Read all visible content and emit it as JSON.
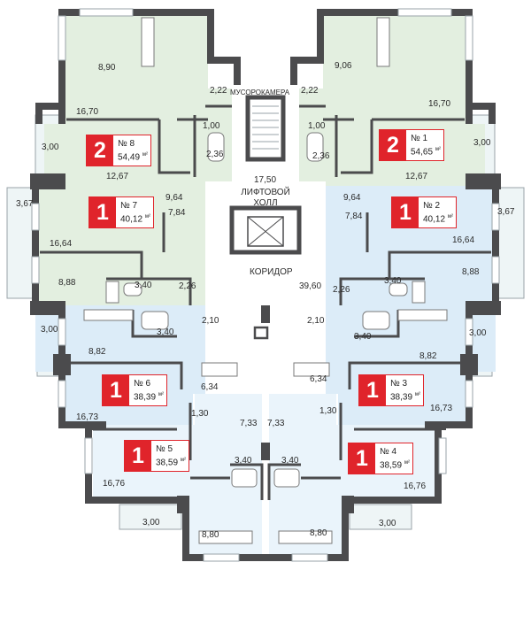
{
  "colors": {
    "green": "#e3efe0",
    "blue": "#dcecf8",
    "light_blue": "#eaf4fb",
    "wall": "#4b4b4d",
    "accent": "#e0242b",
    "common": "#ffffff"
  },
  "labels": {
    "garbage": "МУСОРОКАМЕРА",
    "lift_hall": "ЛИФТОВОЙ ХОЛЛ",
    "hall_area": "17,50",
    "corridor": "КОРИДОР",
    "corridor_area": "39,60"
  },
  "apartments": [
    {
      "id": "1",
      "rooms": "2",
      "number": "№ 1",
      "area": "54,65",
      "unit": "м²"
    },
    {
      "id": "2",
      "rooms": "1",
      "number": "№ 2",
      "area": "40,12",
      "unit": "м²"
    },
    {
      "id": "3",
      "rooms": "1",
      "number": "№ 3",
      "area": "38,39",
      "unit": "м²"
    },
    {
      "id": "4",
      "rooms": "1",
      "number": "№ 4",
      "area": "38,59",
      "unit": "м²"
    },
    {
      "id": "5",
      "rooms": "1",
      "number": "№ 5",
      "area": "38,59",
      "unit": "м²"
    },
    {
      "id": "6",
      "rooms": "1",
      "number": "№ 6",
      "area": "38,39",
      "unit": "м²"
    },
    {
      "id": "7",
      "rooms": "1",
      "number": "№ 7",
      "area": "40,12",
      "unit": "м²"
    },
    {
      "id": "8",
      "rooms": "2",
      "number": "№ 8",
      "area": "54,49",
      "unit": "м²"
    }
  ],
  "room_areas": {
    "a8_kitchen": "8,90",
    "a8_hall": "2,22",
    "a8_room": "16,70",
    "a8_wc": "1,00",
    "a8_bath": "2,36",
    "a8_balcony": "3,00",
    "a8_bed": "12,67",
    "a8_corr": "9,64",
    "a1_kitchen": "9,06",
    "a1_hall": "2,22",
    "a1_room": "16,70",
    "a1_wc": "1,00",
    "a1_bath": "2,36",
    "a1_balcony": "3,00",
    "a1_bed": "12,67",
    "a1_corr": "9,64",
    "a7_balcony": "3,67",
    "a7_hall": "7,84",
    "a7_room": "16,64",
    "a7_kitchen": "8,88",
    "a7_bath": "3,40",
    "a7_corr": "2,26",
    "a2_balcony": "3,67",
    "a2_hall": "7,84",
    "a2_room": "16,64",
    "a2_kitchen": "8,88",
    "a2_bath": "3,40",
    "a2_corr": "2,26",
    "a6_balcony": "3,00",
    "a6_corr": "2,10",
    "a6_bath": "3,40",
    "a6_kitchen": "8,82",
    "a6_hall": "6,34",
    "a6_room": "16,73",
    "a3_balcony": "3,00",
    "a3_corr": "2,10",
    "a3_bath": "3,40",
    "a3_kitchen": "8,82",
    "a3_hall": "6,34",
    "a3_room": "16,73",
    "a5_corr": "1,30",
    "a5_hall": "7,33",
    "a5_bath": "3,40",
    "a5_room": "16,76",
    "a5_balcony": "3,00",
    "a5_kitchen": "8,80",
    "a4_corr": "1,30",
    "a4_hall": "7,33",
    "a4_bath": "3,40",
    "a4_room": "16,76",
    "a4_balcony": "3,00",
    "a4_kitchen": "8,80"
  }
}
